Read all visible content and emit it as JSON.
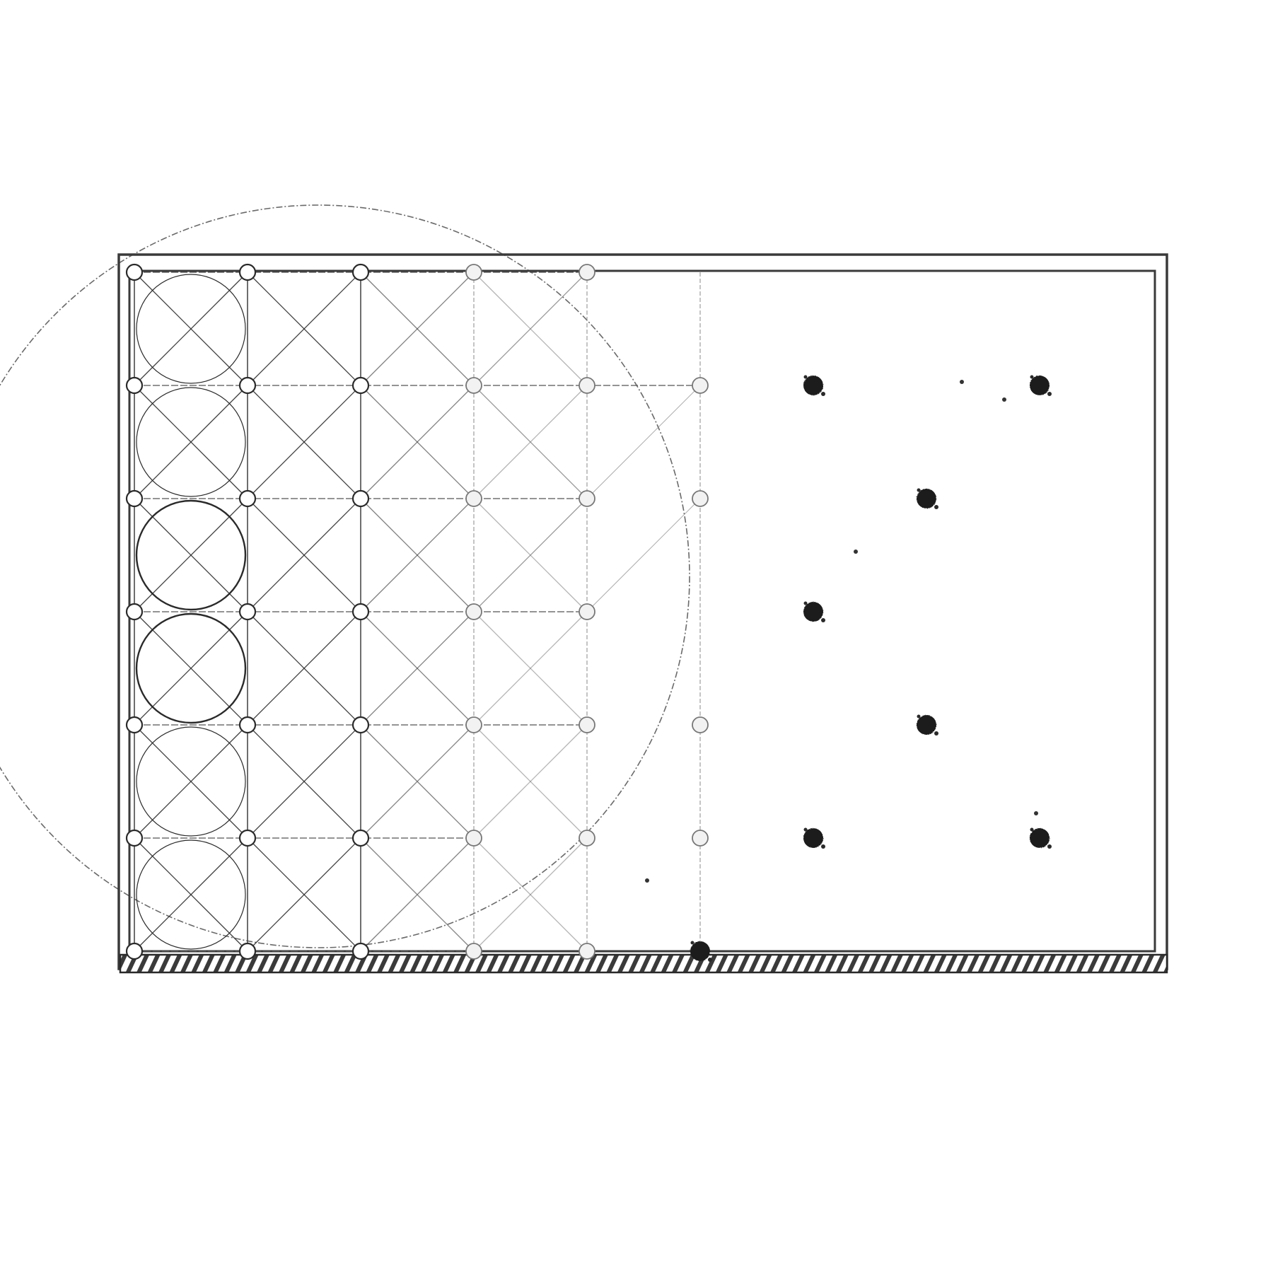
{
  "drawing": {
    "style": "pencil sketch",
    "colors": {
      "ink": "#2a2a2a",
      "ink_light": "#8a8a8a",
      "paper": "#ffffff"
    },
    "grid": {
      "columns": 10,
      "rows": 7,
      "lattice_columns": 6,
      "large_circle_rows": 6
    },
    "text": []
  }
}
